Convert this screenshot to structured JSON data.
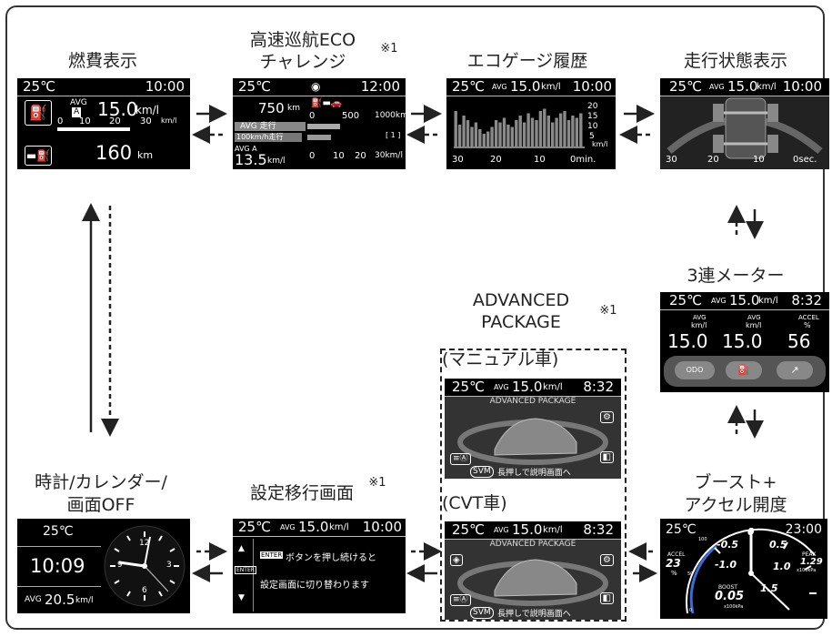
{
  "labels": {
    "fuel": "燃費表示",
    "eco_line1": "高速巡航ECO",
    "eco_line2": "チャレンジ",
    "eco_note": "※1",
    "history": "エコゲージ履歴",
    "driving": "走行状態表示",
    "triple": "3連メーター",
    "adv_line1": "ADVANCED",
    "adv_line2": "PACKAGE",
    "adv_note": "※1",
    "manual": "(マニュアル車)",
    "cvt": "(CVT車)",
    "clock_line1": "時計/カレンダー/",
    "clock_line2": "画面OFF",
    "settings": "設定移行画面",
    "settings_note": "※1",
    "boost_line1": "ブースト+",
    "boost_line2": "アクセル開度"
  },
  "fuel_screen": {
    "temp": "25℃",
    "time": "10:00",
    "avg_label": "AVG",
    "avg_badge": "A",
    "avg_value": "15.0",
    "avg_unit": "km/l",
    "scale": [
      "0",
      "10",
      "20",
      "30"
    ],
    "scale_unit": "km/l",
    "range_value": "160",
    "range_unit": "km"
  },
  "eco_screen": {
    "temp": "25℃",
    "time": "12:00",
    "distance": "750",
    "distance_unit": "km",
    "scale": [
      "0",
      "500",
      "1000km"
    ],
    "tag1": "AVG 走行",
    "tag2": "100km/h走行",
    "bracket": "[ 1 ]",
    "avg_label": "AVG A",
    "avg_value": "13.5",
    "avg_unit": "km/l",
    "scale2": [
      "0",
      "10",
      "20",
      "30km/l"
    ]
  },
  "history_screen": {
    "temp": "25℃",
    "avg": "15.0",
    "avg_unit": "km/l",
    "time": "10:00",
    "y_ticks": [
      "20",
      "15",
      "10",
      "5"
    ],
    "y_unit": "km/l",
    "x_ticks": [
      "30",
      "20",
      "10",
      "0min."
    ],
    "bars": [
      16,
      10,
      14,
      12,
      9,
      11,
      8,
      6,
      7,
      9,
      12,
      11,
      13,
      10,
      9,
      12,
      14,
      11,
      15,
      13,
      12,
      16,
      17,
      14,
      11,
      13,
      15,
      16,
      12,
      14,
      13,
      15
    ]
  },
  "driving_screen": {
    "temp": "25℃",
    "avg": "15.0",
    "avg_unit": "km/l",
    "time": "10:00",
    "ticks": [
      "30",
      "20",
      "10",
      "0sec."
    ]
  },
  "triple_screen": {
    "temp": "25℃",
    "avg": "15.0",
    "avg_unit": "km/l",
    "time": "8:32",
    "gauges": [
      {
        "head1": "AVG",
        "head2": "km/l",
        "value": "15.0"
      },
      {
        "head1": "AVG",
        "head2": "km/l",
        "value": "15.0"
      },
      {
        "head1": "ACCEL",
        "head2": "%",
        "value": "56"
      }
    ],
    "odo": "ODO"
  },
  "adv_manual": {
    "temp": "25℃",
    "avg": "15.0",
    "avg_unit": "km/l",
    "time": "8:32",
    "header": "ADVANCED PACKAGE",
    "svm": "SVM",
    "hint": "長押しで説明画面へ"
  },
  "adv_cvt": {
    "temp": "25℃",
    "avg": "15.0",
    "avg_unit": "km/l",
    "time": "8:32",
    "header": "ADVANCED PACKAGE",
    "svm": "SVM",
    "hint": "長押しで説明画面へ"
  },
  "clock_screen": {
    "temp": "25℃",
    "time": "10:09",
    "avg_label": "AVG",
    "avg_value": "20.5",
    "avg_unit": "km/l",
    "dial": [
      "12",
      "3",
      "6",
      "9"
    ]
  },
  "settings_screen": {
    "temp": "25℃",
    "avg": "15.0",
    "avg_unit": "km/l",
    "time": "10:00",
    "enter": "ENTER",
    "line1": "ボタンを押し続けると",
    "line2": "設定画面に切り替わります"
  },
  "boost_screen": {
    "temp": "25℃",
    "time": "23:00",
    "scale": [
      "-0.5",
      "0",
      "0.5",
      "-1.0",
      "1.0",
      "1.5"
    ],
    "accel_label": "ACCEL",
    "accel_value": "23",
    "accel_unit": "%",
    "accel_ticks": [
      "100",
      "50",
      "0"
    ],
    "boost_label": "BOOST",
    "boost_value": "0.05",
    "boost_unit": "x100kPa",
    "peak_label": "PEAK",
    "peak_value": "1.29",
    "peak_unit": "x100kPa"
  },
  "colors": {
    "screen_bg": "#000000",
    "accent_blue": "#3a6bd8",
    "arrow": "#222222"
  }
}
